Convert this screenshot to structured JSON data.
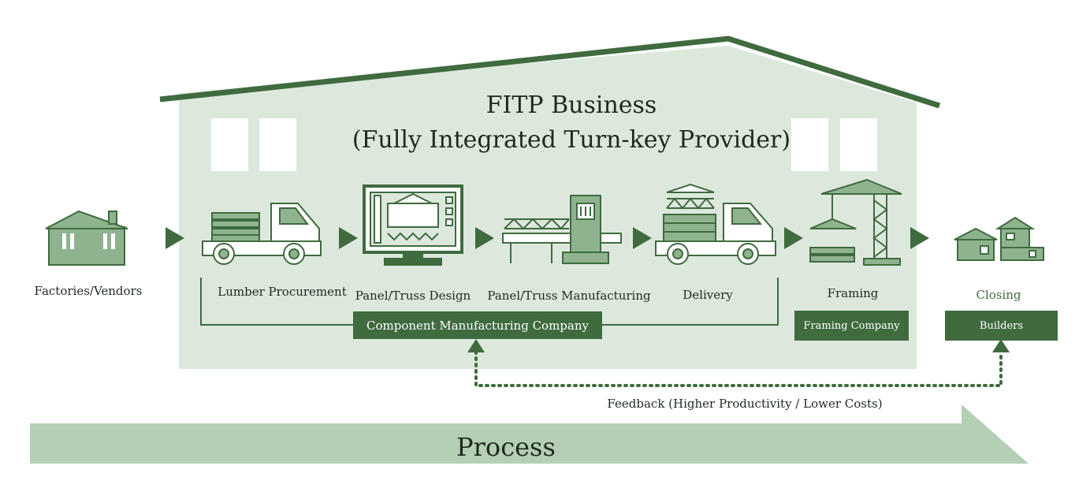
{
  "title": {
    "line1": "FITP Business",
    "line2": "(Fully Integrated Turn-key Provider)"
  },
  "stages": {
    "factories": "Factories/Vendors",
    "lumber": "Lumber Procurement",
    "design": "Panel/Truss Design",
    "manufacturing": "Panel/Truss Manufacturing",
    "delivery": "Delivery",
    "framing": "Framing",
    "closing": "Closing"
  },
  "groups": {
    "component": "Component Manufacturing Company",
    "framing_company": "Framing Company",
    "builders": "Builders"
  },
  "feedback": "Feedback (Higher Productivity / Lower Costs)",
  "process": "Process",
  "colors": {
    "dark_green": "#3f6b3f",
    "mid_green": "#8fb38f",
    "pale_green": "#dde8dd",
    "process_green": "#b4cfb4"
  }
}
